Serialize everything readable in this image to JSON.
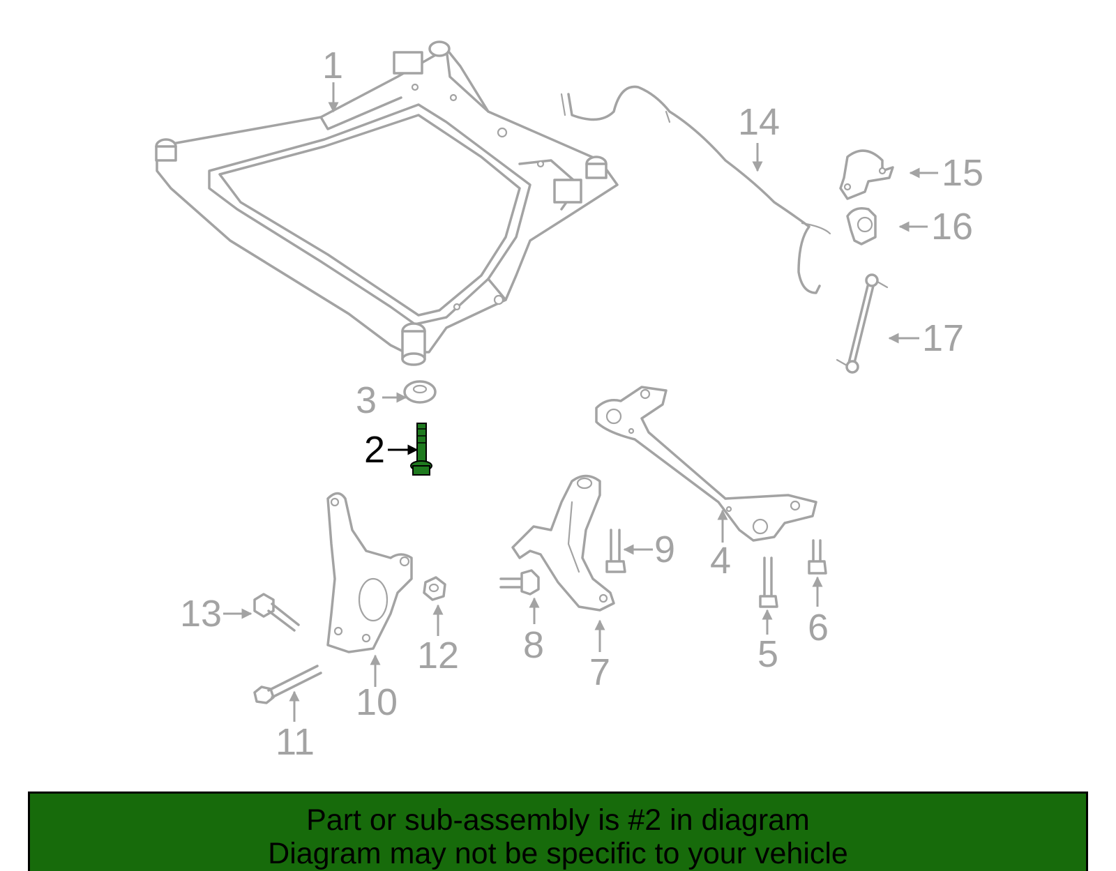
{
  "callouts": [
    {
      "id": "1",
      "label": "1"
    },
    {
      "id": "2",
      "label": "2",
      "highlighted": true
    },
    {
      "id": "3",
      "label": "3"
    },
    {
      "id": "4",
      "label": "4"
    },
    {
      "id": "5",
      "label": "5"
    },
    {
      "id": "6",
      "label": "6"
    },
    {
      "id": "7",
      "label": "7"
    },
    {
      "id": "8",
      "label": "8"
    },
    {
      "id": "9",
      "label": "9"
    },
    {
      "id": "10",
      "label": "10"
    },
    {
      "id": "11",
      "label": "11"
    },
    {
      "id": "12",
      "label": "12"
    },
    {
      "id": "13",
      "label": "13"
    },
    {
      "id": "14",
      "label": "14"
    },
    {
      "id": "15",
      "label": "15"
    },
    {
      "id": "16",
      "label": "16"
    },
    {
      "id": "17",
      "label": "17"
    }
  ],
  "banner": {
    "line1": "Part or sub-assembly is #2 in diagram",
    "line2": "Diagram may not be specific to your vehicle"
  },
  "colors": {
    "part_line": "#a3a3a3",
    "highlight_part": "#1f7a1f",
    "banner_bg": "#176b0b",
    "highlight_label": "#000000"
  }
}
